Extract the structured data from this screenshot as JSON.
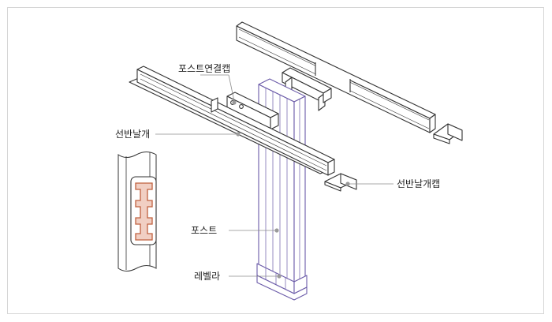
{
  "labels": {
    "post_connector_cap": "포스트연결캡",
    "shelf_wing": "선반날개",
    "shelf_wing_cap": "선반날개캡",
    "post": "포스트",
    "leveler": "레벨라"
  },
  "colors": {
    "line": "#333333",
    "post_outline": "#6a5aa8",
    "leader": "#8c8c8c",
    "callout_dot": "#9a9a9a",
    "profile_fill": "#f1cfc3",
    "profile_outline": "#c0603f",
    "frame_border": "#d6d6d6"
  }
}
